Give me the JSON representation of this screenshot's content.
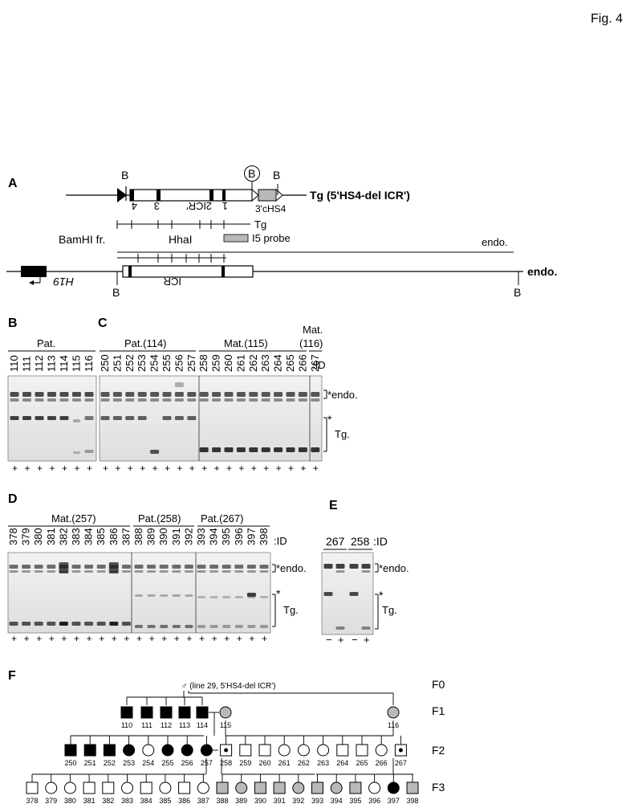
{
  "figure_label": "Fig. 4",
  "panels": {
    "A": {
      "label": "A",
      "tg_construct": "Tg (5'HS4-del ICR')",
      "tg_bamhi_site": "B",
      "hs4_label": "3'cHS4",
      "icr_prime": "ICR'",
      "repeat_numbers": [
        "4",
        "3",
        "2",
        "1"
      ],
      "tg_row_label": "Tg",
      "bamhi_fragment": "BamHI fr.",
      "hhai": "HhaI",
      "i5_probe": "I5 probe",
      "endo_fragment": "endo.",
      "endo_locus": "endo.",
      "h19": "H19",
      "icr": "ICR",
      "bamhi": "B"
    },
    "B": {
      "label": "B",
      "group": "Pat.",
      "ids": [
        "110",
        "111",
        "112",
        "113",
        "114",
        "115",
        "116"
      ],
      "enzyme_marks": [
        "+",
        "+",
        "+",
        "+",
        "+",
        "+",
        "+"
      ]
    },
    "C": {
      "label": "C",
      "groups": [
        "Pat.(114)",
        "Mat.(115)",
        "Mat.",
        "(116)"
      ],
      "ids": [
        "250",
        "251",
        "252",
        "253",
        "254",
        "255",
        "256",
        "257",
        "258",
        "259",
        "260",
        "261",
        "262",
        "263",
        "264",
        "265",
        "266",
        "267"
      ],
      "id_suffix": ":ID",
      "enzyme_marks": [
        "+",
        "+",
        "+",
        "+",
        "+",
        "+",
        "+",
        "+",
        "+",
        "+",
        "+",
        "+",
        "+",
        "+",
        "+",
        "+",
        "+",
        "+"
      ],
      "endo_label": "*endo.",
      "tg_star": "*",
      "tg_label": "Tg."
    },
    "D": {
      "label": "D",
      "groups": [
        "Mat.(257)",
        "Pat.(258)",
        "Pat.(267)"
      ],
      "ids": [
        "378",
        "379",
        "380",
        "381",
        "382",
        "383",
        "384",
        "385",
        "386",
        "387",
        "388",
        "389",
        "390",
        "391",
        "392",
        "393",
        "394",
        "395",
        "396",
        "397",
        "398"
      ],
      "id_suffix": ":ID",
      "enzyme_marks": [
        "+",
        "+",
        "+",
        "+",
        "+",
        "+",
        "+",
        "+",
        "+",
        "+",
        "+",
        "+",
        "+",
        "+",
        "+",
        "+",
        "+",
        "+",
        "+",
        "+",
        "+"
      ],
      "endo_label": "*endo.",
      "tg_star": "*",
      "tg_label": "Tg."
    },
    "E": {
      "label": "E",
      "ids": [
        "267",
        "258"
      ],
      "id_suffix": ":ID",
      "enzyme_marks": [
        "−",
        "+",
        "−",
        "+"
      ],
      "endo_label": "*endo.",
      "tg_star": "*",
      "tg_label": "Tg."
    },
    "F": {
      "label": "F",
      "founder": "♂ (line 29, 5'HS4-del ICR')",
      "generations": [
        "F0",
        "F1",
        "F2",
        "F3"
      ],
      "f1": [
        {
          "id": "110",
          "shape": "square",
          "fill": "black"
        },
        {
          "id": "111",
          "shape": "square",
          "fill": "black"
        },
        {
          "id": "112",
          "shape": "square",
          "fill": "black"
        },
        {
          "id": "113",
          "shape": "square",
          "fill": "black"
        },
        {
          "id": "114",
          "shape": "square",
          "fill": "black"
        },
        {
          "id": "115",
          "shape": "circle",
          "fill": "gray"
        },
        {
          "id": "116",
          "shape": "circle",
          "fill": "gray"
        }
      ],
      "f2": [
        {
          "id": "250",
          "shape": "square",
          "fill": "black"
        },
        {
          "id": "251",
          "shape": "square",
          "fill": "black"
        },
        {
          "id": "252",
          "shape": "square",
          "fill": "black"
        },
        {
          "id": "253",
          "shape": "circle",
          "fill": "black"
        },
        {
          "id": "254",
          "shape": "circle",
          "fill": "white"
        },
        {
          "id": "255",
          "shape": "circle",
          "fill": "black"
        },
        {
          "id": "256",
          "shape": "circle",
          "fill": "black"
        },
        {
          "id": "257",
          "shape": "circle",
          "fill": "black"
        },
        {
          "id": "258",
          "shape": "square",
          "fill": "dot"
        },
        {
          "id": "259",
          "shape": "square",
          "fill": "white"
        },
        {
          "id": "260",
          "shape": "square",
          "fill": "white"
        },
        {
          "id": "261",
          "shape": "circle",
          "fill": "white"
        },
        {
          "id": "262",
          "shape": "circle",
          "fill": "white"
        },
        {
          "id": "263",
          "shape": "circle",
          "fill": "white"
        },
        {
          "id": "264",
          "shape": "square",
          "fill": "white"
        },
        {
          "id": "265",
          "shape": "square",
          "fill": "white"
        },
        {
          "id": "266",
          "shape": "circle",
          "fill": "white"
        },
        {
          "id": "267",
          "shape": "square",
          "fill": "dot"
        }
      ],
      "f3": [
        {
          "id": "378",
          "shape": "square",
          "fill": "white"
        },
        {
          "id": "379",
          "shape": "circle",
          "fill": "white"
        },
        {
          "id": "380",
          "shape": "circle",
          "fill": "white"
        },
        {
          "id": "381",
          "shape": "square",
          "fill": "white"
        },
        {
          "id": "382",
          "shape": "square",
          "fill": "white"
        },
        {
          "id": "383",
          "shape": "circle",
          "fill": "white"
        },
        {
          "id": "384",
          "shape": "square",
          "fill": "white"
        },
        {
          "id": "385",
          "shape": "circle",
          "fill": "white"
        },
        {
          "id": "386",
          "shape": "square",
          "fill": "white"
        },
        {
          "id": "387",
          "shape": "circle",
          "fill": "white"
        },
        {
          "id": "388",
          "shape": "square",
          "fill": "gray"
        },
        {
          "id": "389",
          "shape": "circle",
          "fill": "gray"
        },
        {
          "id": "390",
          "shape": "square",
          "fill": "gray"
        },
        {
          "id": "391",
          "shape": "square",
          "fill": "gray"
        },
        {
          "id": "392",
          "shape": "circle",
          "fill": "gray"
        },
        {
          "id": "393",
          "shape": "square",
          "fill": "gray"
        },
        {
          "id": "394",
          "shape": "circle",
          "fill": "gray"
        },
        {
          "id": "395",
          "shape": "square",
          "fill": "gray"
        },
        {
          "id": "396",
          "shape": "circle",
          "fill": "white"
        },
        {
          "id": "397",
          "shape": "circle",
          "fill": "black"
        },
        {
          "id": "398",
          "shape": "square",
          "fill": "gray"
        }
      ]
    }
  },
  "colors": {
    "gray": "#b9b9b9",
    "black": "#000000",
    "gel_bg": "#e9e9e9"
  }
}
